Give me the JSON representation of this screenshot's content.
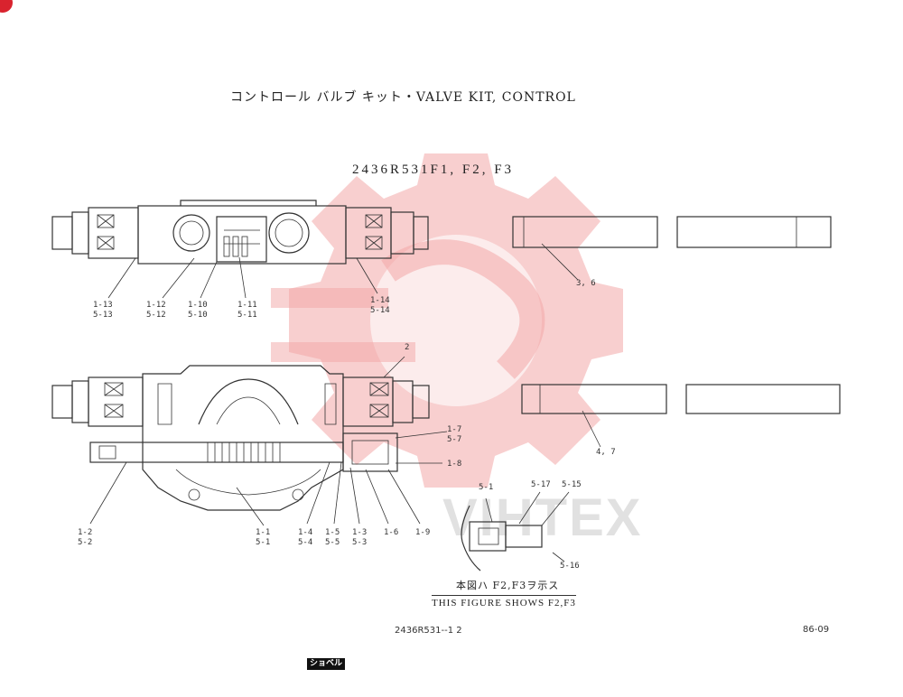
{
  "header": {
    "title": "コントロール バルブ キット・VALVE KIT, CONTROL",
    "model": "2436R531F1, F2, F3"
  },
  "watermark": {
    "text": "VIHTEX",
    "color": "#f3a7a7"
  },
  "top_view_labels": [
    {
      "a": "1-13",
      "b": "5-13"
    },
    {
      "a": "1-12",
      "b": "5-12"
    },
    {
      "a": "1-10",
      "b": "5-10"
    },
    {
      "a": "1-11",
      "b": "5-11"
    },
    {
      "a": "1-14",
      "b": "5-14"
    }
  ],
  "rod_labels": {
    "upper": "3, 6",
    "lower": "4, 7"
  },
  "section_view_labels": {
    "l2": "2",
    "l17": "1-7",
    "l57": "5-7",
    "l18": "1-8",
    "l12": "1-2",
    "l52": "5-2",
    "l11": "1-1",
    "l51": "5-1",
    "l14": "1-4",
    "l54": "5-4",
    "l15": "1-5",
    "l55": "5-5",
    "l13": "1-3",
    "l53": "5-3",
    "l16": "1-6",
    "l19": "1-9"
  },
  "detail_labels": {
    "d51": "5-1",
    "d517": "5-17",
    "d515": "5-15",
    "d516": "5-16"
  },
  "caption": {
    "ja": "本図ハ F2,F3ヲ示ス",
    "en": "THIS FIGURE SHOWS F2,F3"
  },
  "footer": {
    "doc_number": "2436R531--1 2",
    "page": "86-09",
    "badge": "ショベル"
  },
  "colors": {
    "line": "#333333",
    "background": "#ffffff",
    "corner_mark": "#d9232e"
  }
}
